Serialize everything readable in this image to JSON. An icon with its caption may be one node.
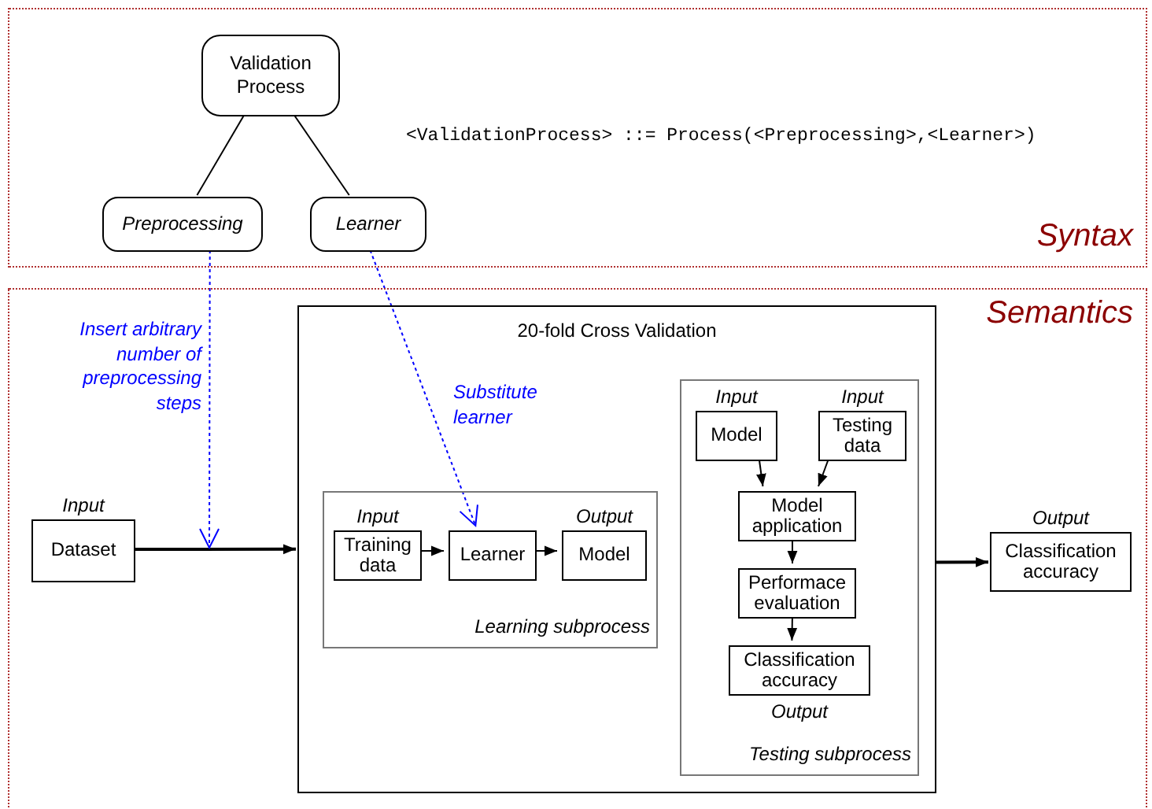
{
  "diagram": {
    "nodes": [
      {
        "text": [
          "Syntax"
        ]
      },
      {
        "text": [
          "Validation Process"
        ],
        "in": 0
      },
      {
        "text": [
          "Preprocessing"
        ],
        "in": 0
      },
      {
        "text": [
          "Learner"
        ],
        "in": 0
      },
      {
        "text": [
          "Semantics"
        ]
      },
      {
        "text": [
          "Dataset"
        ],
        "beside": [
          "Input"
        ],
        "in": 4
      },
      {
        "text": [
          "20-fold Cross Validation"
        ],
        "in": 4
      },
      {
        "text": [
          "Learning subprocess"
        ],
        "in": 6
      },
      {
        "text": [
          "Training data"
        ],
        "beside": [
          "Input"
        ],
        "in": 7
      },
      {
        "text": [
          "Learner"
        ],
        "in": 7
      },
      {
        "text": [
          "Model"
        ],
        "beside": [
          "Output"
        ],
        "in": 7
      },
      {
        "text": [
          "Testing subprocess"
        ],
        "in": 6
      },
      {
        "text": [
          "Model"
        ],
        "beside": [
          "Input"
        ],
        "in": 11
      },
      {
        "text": [
          "Testing data"
        ],
        "beside": [
          "Input"
        ],
        "in": 11
      },
      {
        "text": [
          "Model application"
        ],
        "in": 11
      },
      {
        "text": [
          "Performace evaluation"
        ],
        "in": 11
      },
      {
        "text": [
          "Classification accuracy"
        ],
        "beside": [
          "Output"
        ],
        "in": 11
      },
      {
        "text": [
          "Classification accuracy"
        ],
        "beside": [
          "Output"
        ],
        "in": 4
      }
    ],
    "edges": [
      {
        "from": 1,
        "to": 2,
        "arrow": "none"
      },
      {
        "from": 1,
        "to": 3,
        "arrow": "none"
      },
      {
        "from": 5,
        "to": 6,
        "arrow": "to"
      },
      {
        "from": 2,
        "to": null,
        "arrow": "to",
        "label": "Insert arbitrary number of preprocessing steps",
        "style": "dashed",
        "color": "#0000ff"
      },
      {
        "from": 3,
        "to": 9,
        "arrow": "to",
        "label": "Substitute learner",
        "style": "dashed",
        "color": "#0000ff"
      },
      {
        "from": 8,
        "to": 9,
        "arrow": "to"
      },
      {
        "from": 9,
        "to": 10,
        "arrow": "to"
      },
      {
        "from": 12,
        "to": 14,
        "arrow": "to"
      },
      {
        "from": 13,
        "to": 14,
        "arrow": "to"
      },
      {
        "from": 14,
        "to": 15,
        "arrow": "to"
      },
      {
        "from": 15,
        "to": 16,
        "arrow": "to"
      },
      {
        "from": 6,
        "to": 17,
        "arrow": "to"
      }
    ],
    "labels": [
      "<ValidationProcess> ::= Process(<Preprocessing>,<Learner>)"
    ]
  }
}
